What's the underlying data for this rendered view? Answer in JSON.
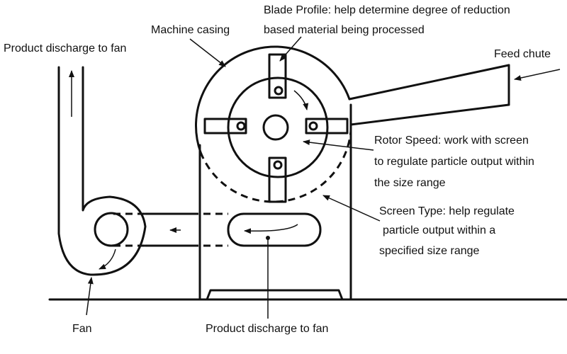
{
  "labels": {
    "blade_profile": [
      "Blade Profile: help determine degree of reduction",
      "based material being processed"
    ],
    "machine_casing": "Machine casing",
    "product_discharge_top": "Product discharge to fan",
    "feed_chute": "Feed chute",
    "rotor_speed": [
      "Rotor Speed: work with screen",
      "to regulate particle output within",
      "the size range"
    ],
    "screen_type": [
      "Screen Type: help regulate",
      "particle output within a",
      "specified size range"
    ],
    "fan": "Fan",
    "product_discharge_bottom": "Product discharge to fan"
  }
}
